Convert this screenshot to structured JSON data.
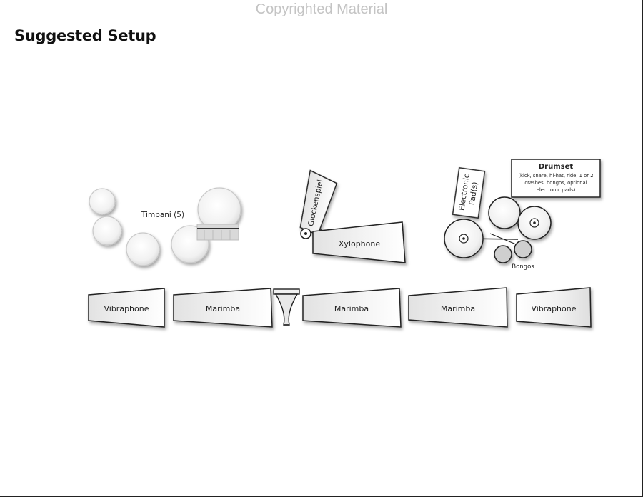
{
  "watermark": "Copyrighted Material",
  "heading": "Suggested Setup",
  "labels": {
    "timpani": "Timpani (5)",
    "glockenspiel": "Glockenspiel",
    "xylophone": "Xylophone",
    "electronic_pads_line1": "Electronic",
    "electronic_pads_line2": "Pad(s)",
    "drumset_title": "Drumset",
    "drumset_note_line1": "(kick, snare, hi-hat, ride, 1 or 2",
    "drumset_note_line2": "crashes, bongos, optional",
    "drumset_note_line3": "electronic pads)",
    "bongos": "Bongos",
    "vibraphone_left": "Vibraphone",
    "marimba_1": "Marimba",
    "marimba_2": "Marimba",
    "marimba_3": "Marimba",
    "vibraphone_right": "Vibraphone"
  }
}
